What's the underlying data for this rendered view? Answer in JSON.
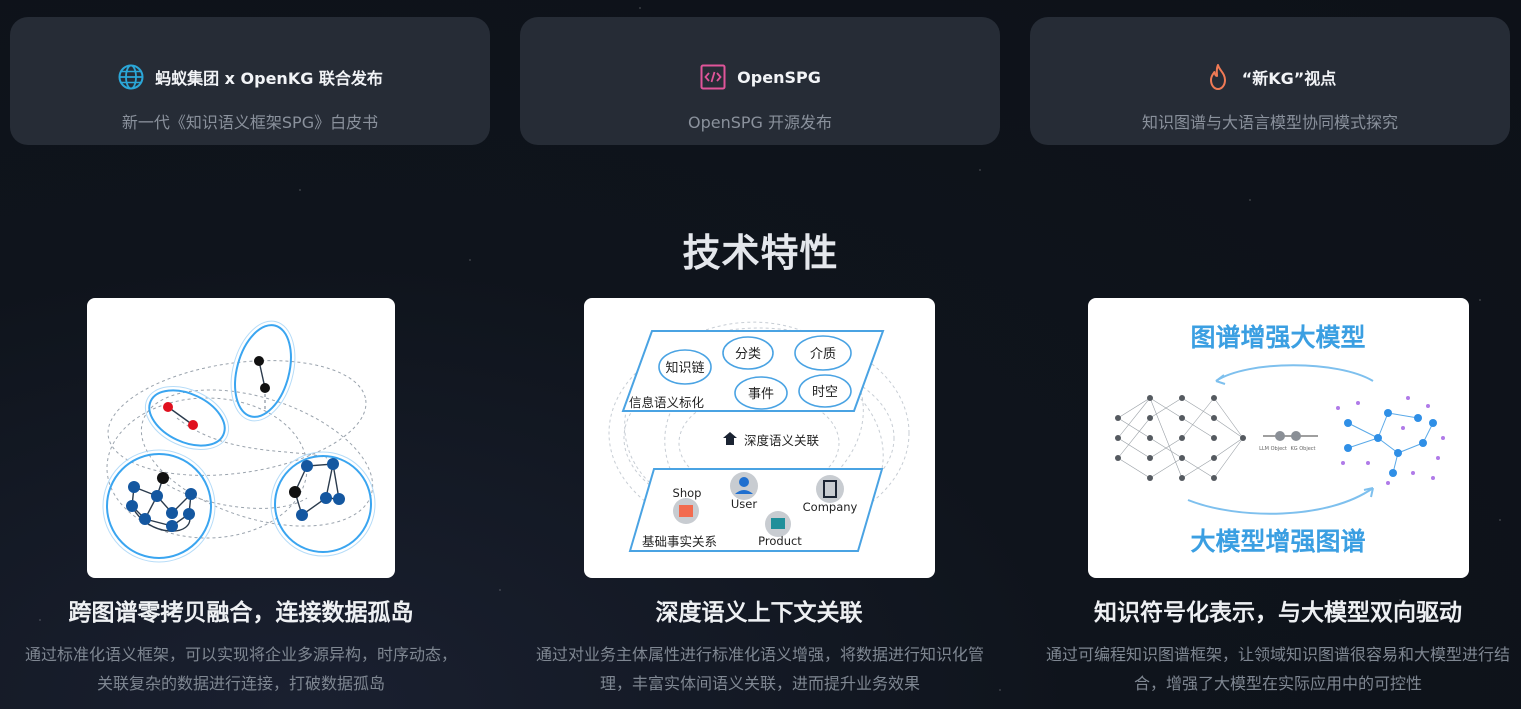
{
  "top_cards": [
    {
      "icon": "globe-icon",
      "title": "蚂蚁集团 x OpenKG 联合发布",
      "subtitle": "新一代《知识语义框架SPG》白皮书"
    },
    {
      "icon": "code-icon",
      "title": "OpenSPG",
      "subtitle": "OpenSPG 开源发布"
    },
    {
      "icon": "flame-icon",
      "title": "“新KG”视点",
      "subtitle": "知识图谱与大语言模型协同模式探究"
    }
  ],
  "section_title": "技术特性",
  "features": [
    {
      "title": "跨图谱零拷贝融合，连接数据孤岛",
      "desc": "通过标准化语义框架，可以实现将企业多源异构，时序动态，关联复杂的数据进行连接，打破数据孤岛"
    },
    {
      "title": "深度语义上下文关联",
      "desc": "通过对业务主体属性进行标准化语义增强，将数据进行知识化管理，丰富实体间语义关联，进而提升业务效果",
      "diagram": {
        "top_label": "信息语义标化",
        "nodes": [
          "知识链",
          "分类",
          "介质",
          "事件",
          "时空"
        ],
        "middle_label": "深度语义关联",
        "bottom_label": "基础事实关系",
        "entities": [
          "Shop",
          "User",
          "Company",
          "Product"
        ]
      }
    },
    {
      "title": "知识符号化表示，与大模型双向驱动",
      "desc": "通过可编程知识图谱框架，让领域知识图谱很容易和大模型进行结合，增强了大模型在实际应用中的可控性",
      "diagram": {
        "top_label": "图谱增强大模型",
        "bottom_label": "大模型增强图谱",
        "left_caption": "LLM Object",
        "right_caption": "KG Object"
      }
    }
  ],
  "colors": {
    "accent_blue": "#1f8fe0",
    "pink_icon": "#e0559a",
    "flame": "#f07a55",
    "node_red": "#e0101e",
    "node_dark": "#111111",
    "node_blue": "#1457a0"
  }
}
